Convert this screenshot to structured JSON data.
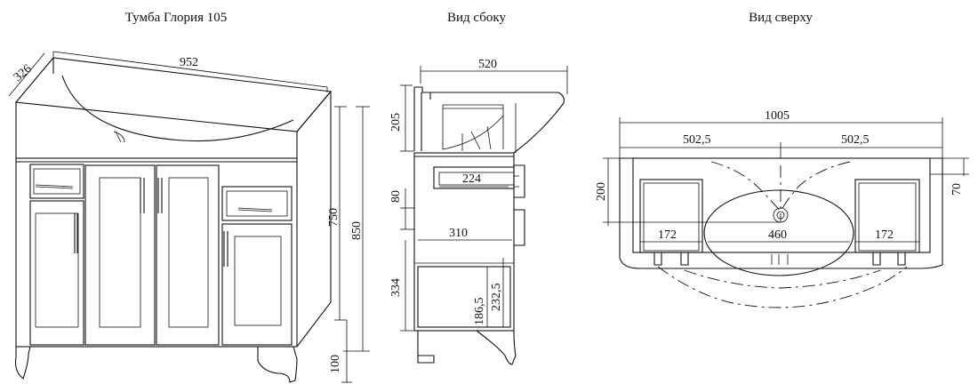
{
  "titles": {
    "front": "Тумба Глория 105",
    "side": "Вид сбоку",
    "top": "Вид сверху"
  },
  "front_view": {
    "depth": "326",
    "width": "952",
    "body_height": "750",
    "total_height": "850",
    "leg_height": "100"
  },
  "side_view": {
    "depth": "520",
    "top_height": "205",
    "drawer_height": "80",
    "drawer_depth": "224",
    "inner_depth": "310",
    "lower_height": "334",
    "shelf_height": "186,5",
    "shelf_height_2": "232,5"
  },
  "top_view": {
    "total_width": "1005",
    "half_left": "502,5",
    "half_right": "502,5",
    "depth": "200",
    "offset": "70",
    "left_box": "172",
    "center": "460",
    "right_box": "172"
  }
}
